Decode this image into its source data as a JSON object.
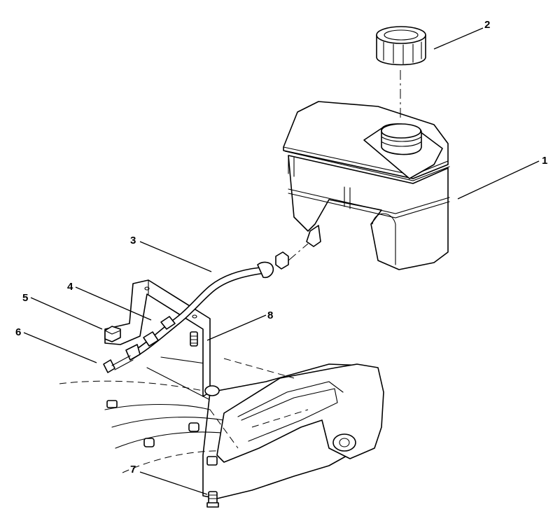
{
  "callouts": [
    {
      "id": "callout-1",
      "label": "1"
    },
    {
      "id": "callout-2",
      "label": "2"
    },
    {
      "id": "callout-3",
      "label": "3"
    },
    {
      "id": "callout-4",
      "label": "4"
    },
    {
      "id": "callout-5",
      "label": "5"
    },
    {
      "id": "callout-6",
      "label": "6"
    },
    {
      "id": "callout-7",
      "label": "7"
    },
    {
      "id": "callout-8",
      "label": "8"
    }
  ],
  "colors": {
    "ink": "#000000",
    "paper": "#ffffff"
  }
}
